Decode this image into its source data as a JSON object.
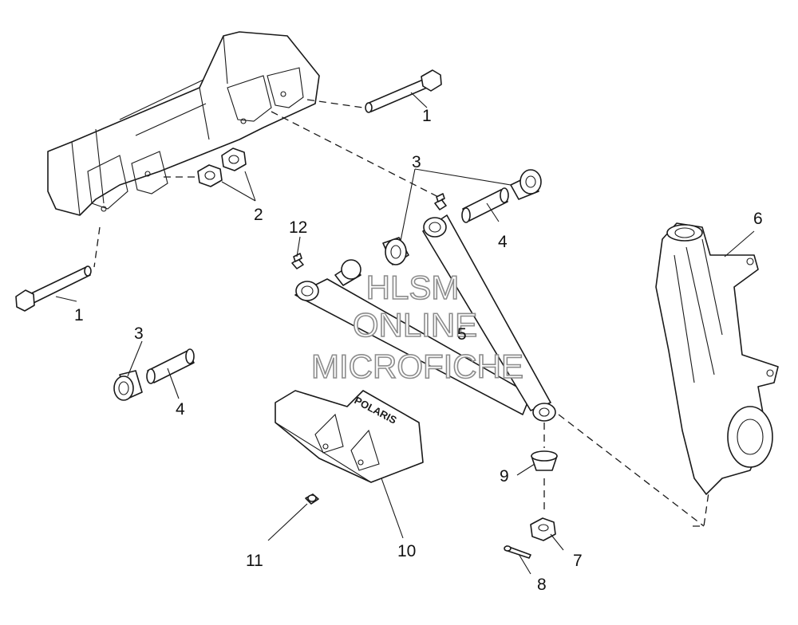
{
  "callouts": {
    "c1a": "1",
    "c1b": "1",
    "c2": "2",
    "c3a": "3",
    "c3b": "3",
    "c3c": "3",
    "c4a": "4",
    "c4b": "4",
    "c5": "5",
    "c6": "6",
    "c7": "7",
    "c8": "8",
    "c9": "9",
    "c10": "10",
    "c11": "11",
    "c12": "12"
  },
  "watermark": {
    "line1": "HLSM",
    "line2": "ONLINE",
    "line3": "MICROFICHE"
  },
  "logo": "POLARIS"
}
